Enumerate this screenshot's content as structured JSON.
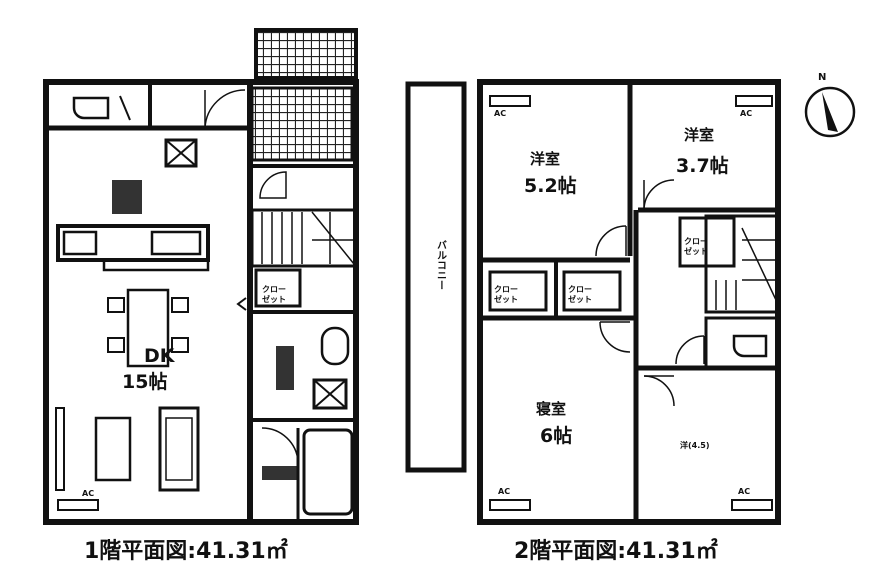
{
  "floor1": {
    "caption": "1階平面図:41.31㎡",
    "ldk_label": "DK",
    "ldk_size": "15帖",
    "closet": "クロー\nゼット",
    "ac": "AC"
  },
  "floor2": {
    "caption": "2階平面図:41.31㎡",
    "room_a_name": "洋室",
    "room_a_size": "5.2帖",
    "room_b_name": "洋室",
    "room_b_size": "3.7帖",
    "bedroom_name": "寝室",
    "bedroom_size": "6帖",
    "room_d_label": "洋(4.5)",
    "balcony": "バルコニー",
    "closet": "クロー\nゼット",
    "ac": "AC"
  },
  "compass": {
    "north": "N"
  }
}
